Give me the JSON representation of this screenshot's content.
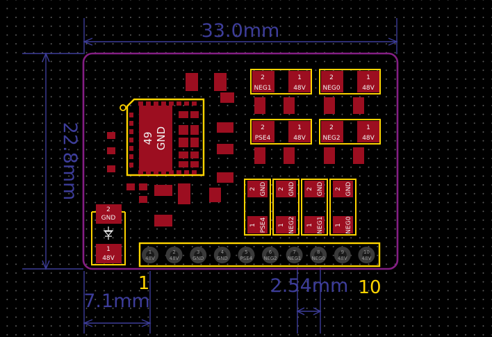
{
  "dimensions": {
    "width": "33.0mm",
    "height": "22.8mm",
    "offset": "7.1mm",
    "pitch": "2.54mm"
  },
  "ic": {
    "pad_number": "49",
    "pad_net": "GND"
  },
  "led": {
    "pad2_number": "2",
    "pad2_net": "GND",
    "pad1_number": "1",
    "pad1_net": "48V"
  },
  "comps": [
    {
      "pad2_num": "2",
      "pad2_net": "NEG1",
      "pad1_num": "1",
      "pad1_net": "48V"
    },
    {
      "pad2_num": "2",
      "pad2_net": "NEG0",
      "pad1_num": "1",
      "pad1_net": "48V"
    },
    {
      "pad2_num": "2",
      "pad2_net": "PSE4",
      "pad1_num": "1",
      "pad1_net": "48V"
    },
    {
      "pad2_num": "2",
      "pad2_net": "NEG2",
      "pad1_num": "1",
      "pad1_net": "48V"
    }
  ],
  "vcomps": [
    {
      "top_num": "2",
      "top_net": "GND",
      "bot_num": "1",
      "bot_net": "PSE4"
    },
    {
      "top_num": "2",
      "top_net": "GND",
      "bot_num": "1",
      "bot_net": "NEG2"
    },
    {
      "top_num": "2",
      "top_net": "GND",
      "bot_num": "1",
      "bot_net": "NEG1"
    },
    {
      "top_num": "2",
      "top_net": "GND",
      "bot_num": "1",
      "bot_net": "NEG0"
    }
  ],
  "header": {
    "first_label": "1",
    "last_label": "10",
    "pins": [
      {
        "num": "1",
        "net": "48V"
      },
      {
        "num": "2",
        "net": "48V"
      },
      {
        "num": "3",
        "net": "GND"
      },
      {
        "num": "4",
        "net": "GND"
      },
      {
        "num": "5",
        "net": "PSE4"
      },
      {
        "num": "6",
        "net": "NEG2"
      },
      {
        "num": "7",
        "net": "NEG1"
      },
      {
        "num": "8",
        "net": "NEG0"
      },
      {
        "num": "9",
        "net": "48V"
      },
      {
        "num": "10",
        "net": "48V"
      }
    ]
  },
  "colors": {
    "background": "#000000",
    "dimension": "#3d3d9a",
    "board_edge": "#841e84",
    "silkscreen": "#ffd400",
    "copper_pad": "#9c0e20",
    "pad_text": "#f2f2f2"
  }
}
